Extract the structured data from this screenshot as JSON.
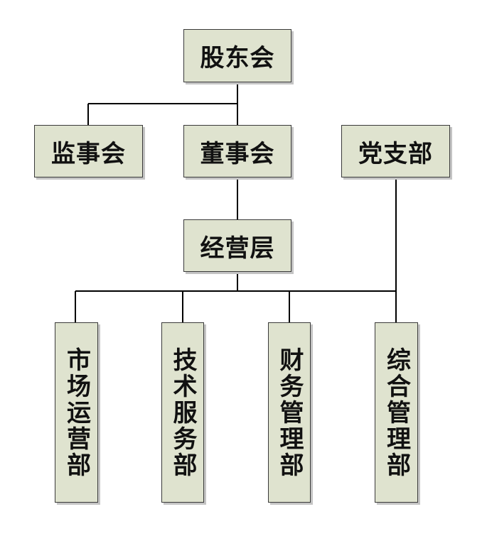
{
  "org_chart": {
    "shareholders": "股东会",
    "supervisors": "监事会",
    "board": "董事会",
    "party_branch": "党支部",
    "management": "经营层",
    "departments": [
      "市场运营部",
      "技术服务部",
      "财务管理部",
      "综合管理部"
    ]
  },
  "colors": {
    "box_fill": "#dfe3cf",
    "box_border": "#3a3a3a",
    "line": "#000000"
  }
}
